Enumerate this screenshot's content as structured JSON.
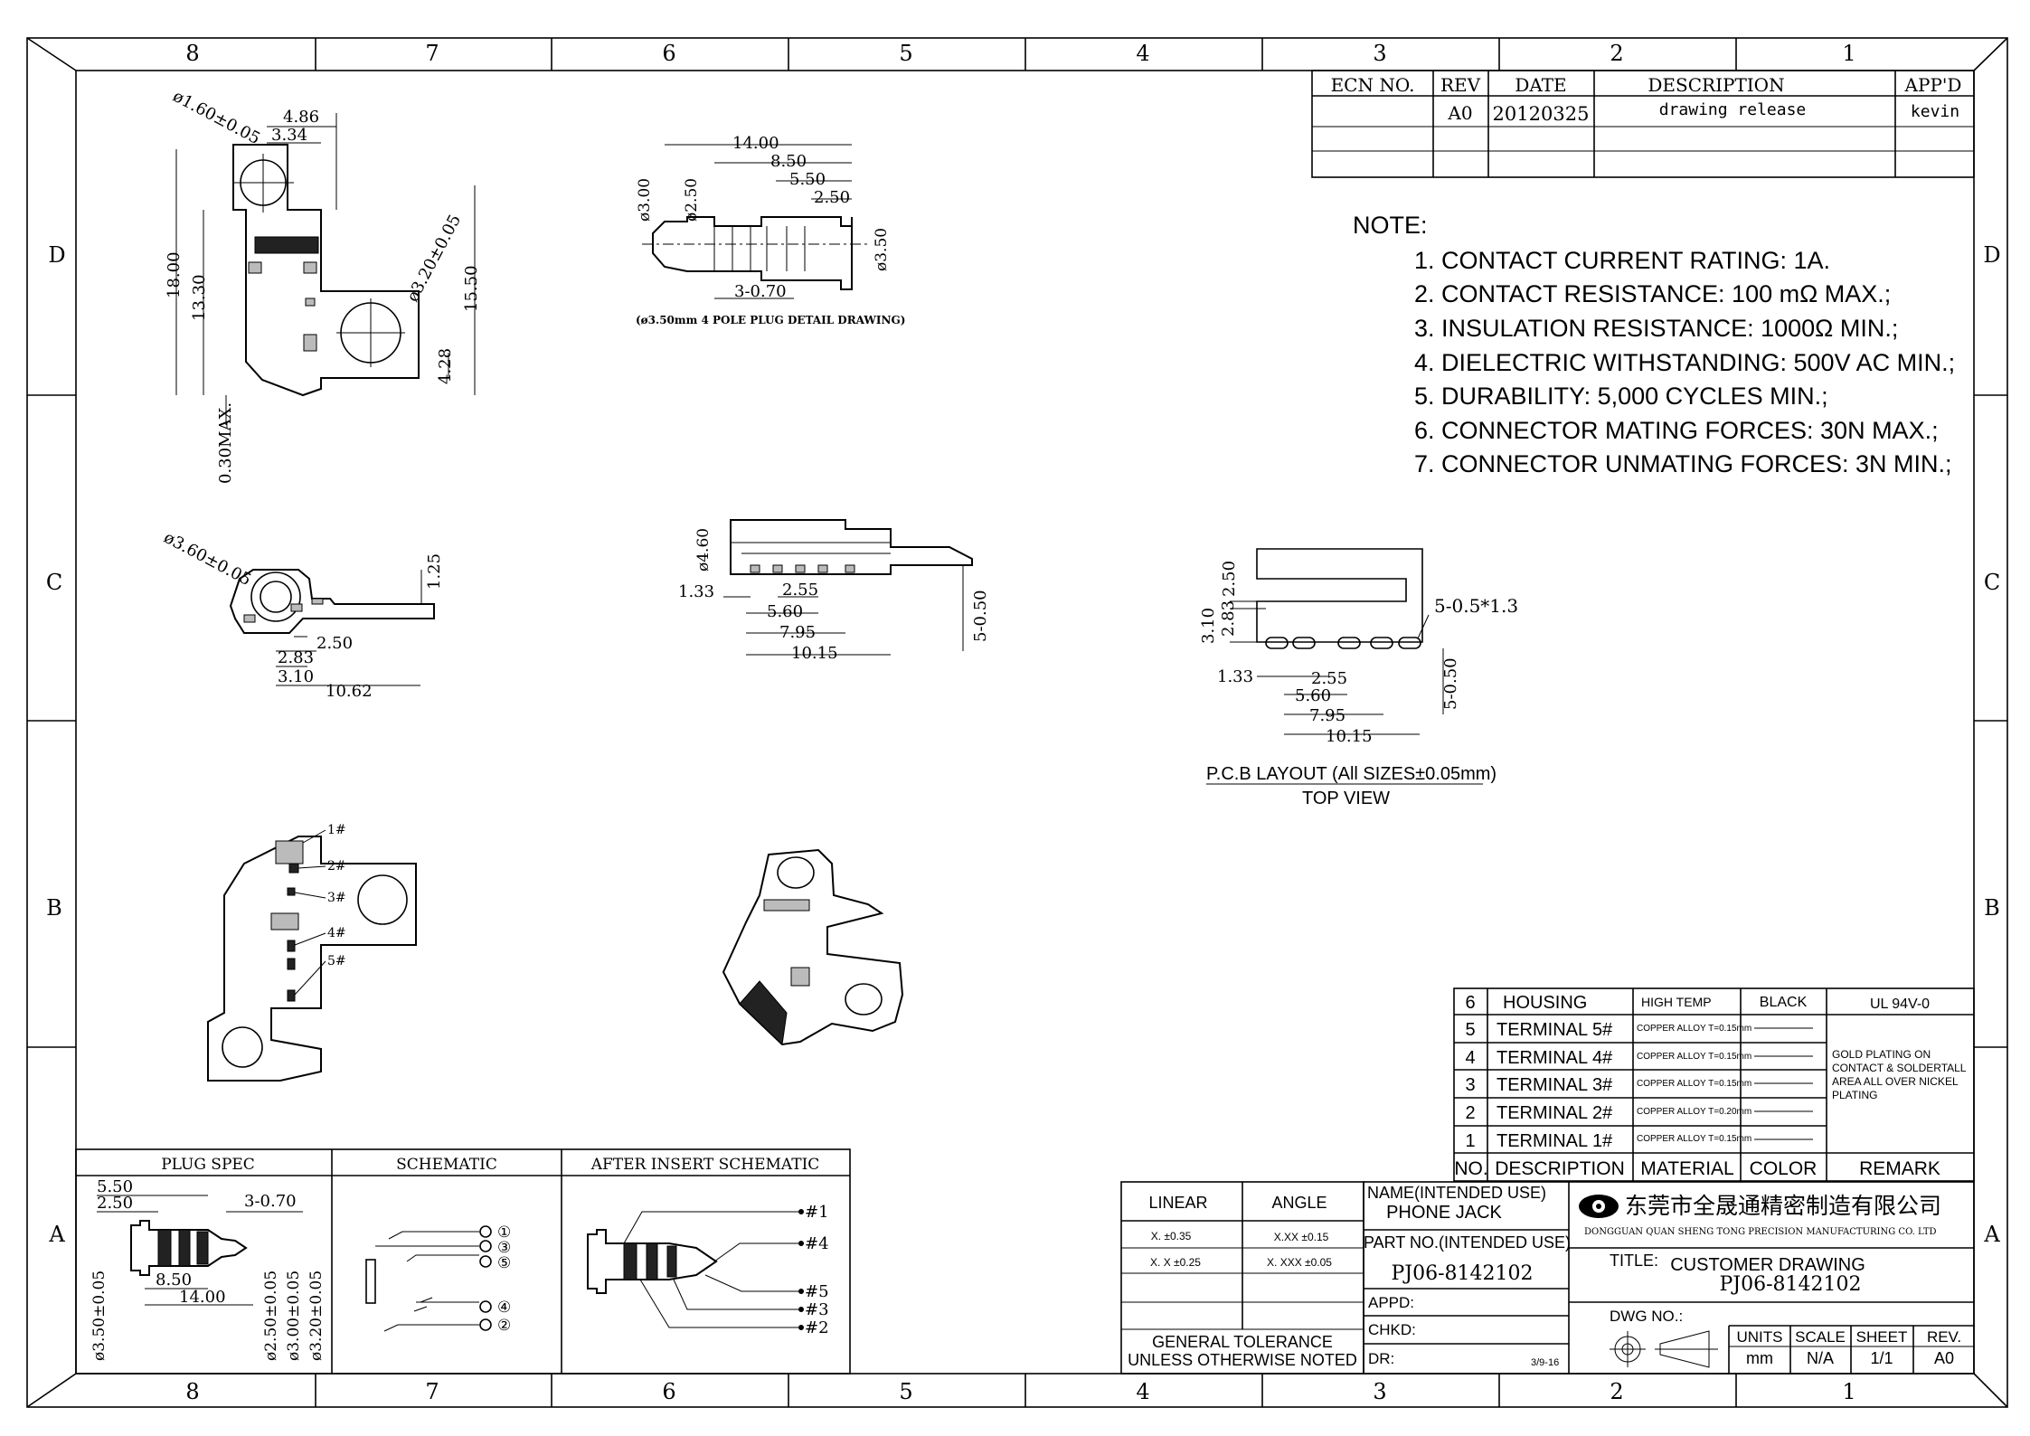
{
  "zones": {
    "columns": [
      "8",
      "7",
      "6",
      "5",
      "4",
      "3",
      "2",
      "1"
    ],
    "rows": [
      "D",
      "C",
      "B",
      "A"
    ]
  },
  "revision_table": {
    "headers": {
      "ecn": "ECN NO.",
      "rev": "REV",
      "date": "DATE",
      "description": "DESCRIPTION",
      "approved": "APP'D"
    },
    "rows": [
      {
        "ecn": "",
        "rev": "A0",
        "date": "20120325",
        "description": "drawing release",
        "approved": "kevin"
      }
    ]
  },
  "notes": {
    "heading": "NOTE:",
    "items": [
      "1. CONTACT CURRENT RATING: 1A.",
      "2. CONTACT RESISTANCE: 100 mΩ MAX.;",
      "3. INSULATION RESISTANCE: 1000Ω MIN.;",
      "4. DIELECTRIC WITHSTANDING: 500V AC MIN.;",
      "5. DURABILITY: 5,000 CYCLES MIN.;",
      "6. CONNECTOR MATING FORCES: 30N   MAX.;",
      "7. CONNECTOR UNMATING FORCES: 3N MIN.;"
    ]
  },
  "side_view": {
    "dims": {
      "hole_dia": "ø1.60±0.05",
      "top_486": "4.86",
      "top_334": "3.34",
      "h_1800": "18.00",
      "h_1330": "13.30",
      "h_1550": "15.50",
      "hole2_dia": "ø3.20±0.05",
      "h_428": "4.28",
      "max_030": "0.30MAX."
    }
  },
  "plug_detail": {
    "caption": "(ø3.50mm 4 POLE PLUG DETAIL DRAWING)",
    "dims": {
      "len_1400": "14.00",
      "len_850": "8.50",
      "len_550": "5.50",
      "len_250": "2.50",
      "dia_300": "ø3.00",
      "dia_250": "ø2.50",
      "dia_350": "ø3.50",
      "tip": "3-0.70"
    }
  },
  "front_view": {
    "dims": {
      "dia_360": "ø3.60±0.05",
      "h_125": "1.25",
      "w_250": "2.50",
      "w_283": "2.83",
      "w_310": "3.10",
      "w_1062": "10.62"
    }
  },
  "bottom_view": {
    "dims": {
      "dia_460": "ø4.60",
      "d_133": "1.33",
      "d_255": "2.55",
      "d_560": "5.60",
      "d_795": "7.95",
      "d_1015": "10.15",
      "pads": "5-0.50"
    }
  },
  "pcb_layout": {
    "dims": {
      "h_250": "2.50",
      "h_310": "3.10",
      "h_283": "2.83",
      "slots": "5-0.5*1.3",
      "d_133": "1.33",
      "d_255": "2.55",
      "d_560": "5.60",
      "d_795": "7.95",
      "d_1015": "10.15",
      "pads": "5-0.50"
    },
    "caption": "P.C.B LAYOUT (All SIZES±0.05mm)",
    "subcaption": "TOP VIEW"
  },
  "terminals": {
    "labels": [
      "1#",
      "2#",
      "3#",
      "4#",
      "5#"
    ]
  },
  "bom": {
    "headers": {
      "no": "NO.",
      "description": "DESCRIPTION",
      "material": "MATERIAL",
      "color": "COLOR",
      "remark": "REMARK"
    },
    "rows": [
      {
        "no": "6",
        "description": "HOUSING",
        "material": "HIGH TEMP",
        "color": "BLACK",
        "remark": "UL 94V-0"
      },
      {
        "no": "5",
        "description": "TERMINAL 5#",
        "material": "COPPER ALLOY T=0.15mm",
        "color": "",
        "remark": ""
      },
      {
        "no": "4",
        "description": "TERMINAL 4#",
        "material": "COPPER ALLOY T=0.15mm",
        "color": "",
        "remark": ""
      },
      {
        "no": "3",
        "description": "TERMINAL 3#",
        "material": "COPPER ALLOY T=0.15mm",
        "color": "",
        "remark": ""
      },
      {
        "no": "2",
        "description": "TERMINAL 2#",
        "material": "COPPER ALLOY T=0.20mm",
        "color": "",
        "remark": ""
      },
      {
        "no": "1",
        "description": "TERMINAL 1#",
        "material": "COPPER ALLOY T=0.15mm",
        "color": "",
        "remark": ""
      }
    ],
    "plating_remark": [
      "GOLD PLATING ON",
      "CONTACT & SOLDERTALL",
      "AREA ALL OVER NICKEL",
      "PLATING"
    ]
  },
  "plug_spec": {
    "title": "PLUG SPEC",
    "dims": {
      "d_550": "5.50",
      "d_250": "2.50",
      "tip": "3-0.70",
      "d_850": "8.50",
      "d_1400": "14.00",
      "dia_350": "ø3.50±0.05",
      "dia_250": "ø2.50±0.05",
      "dia_300": "ø3.00±0.05",
      "dia_320": "ø3.20±0.05"
    }
  },
  "schematic": {
    "title": "SCHEMATIC",
    "pins": [
      "①",
      "③",
      "⑤",
      "④",
      "②"
    ]
  },
  "after_insert": {
    "title": "AFTER INSERT SCHEMATIC",
    "pins": [
      "#1",
      "#4",
      "#5",
      "#3",
      "#2"
    ]
  },
  "tolerance": {
    "col_linear": "LINEAR",
    "col_angle": "ANGLE",
    "rows": [
      {
        "linear": "X. ±0.35",
        "angle": "X.XX ±0.15"
      },
      {
        "linear": "X. X ±0.25",
        "angle": "X. XXX ±0.05"
      }
    ],
    "footer_1": "GENERAL TOLERANCE",
    "footer_2": "UNLESS OTHERWISE NOTED"
  },
  "title_block": {
    "name_label": "NAME(INTENDED USE)",
    "name_value": "PHONE JACK",
    "part_label": "PART NO.(INTENDED USE)",
    "part_value": "PJ06-8142102",
    "appd": "APPD:",
    "chkd": "CHKD:",
    "dr": "DR:",
    "dr_date": "3/9-16",
    "company_cn": "东莞市全晟通精密制造有限公司",
    "company_en": "DONGGUAN QUAN SHENG TONG PRECISION   MANUFACTURING CO. LTD",
    "title_label": "TITLE:",
    "title_value": "CUSTOMER DRAWING",
    "title_part": "PJ06-8142102",
    "dwg_label": "DWG NO.:",
    "units_label": "UNITS",
    "units_value": "mm",
    "scale_label": "SCALE",
    "scale_value": "N/A",
    "sheet_label": "SHEET",
    "sheet_value": "1/1",
    "rev_label": "REV.",
    "rev_value": "A0"
  }
}
